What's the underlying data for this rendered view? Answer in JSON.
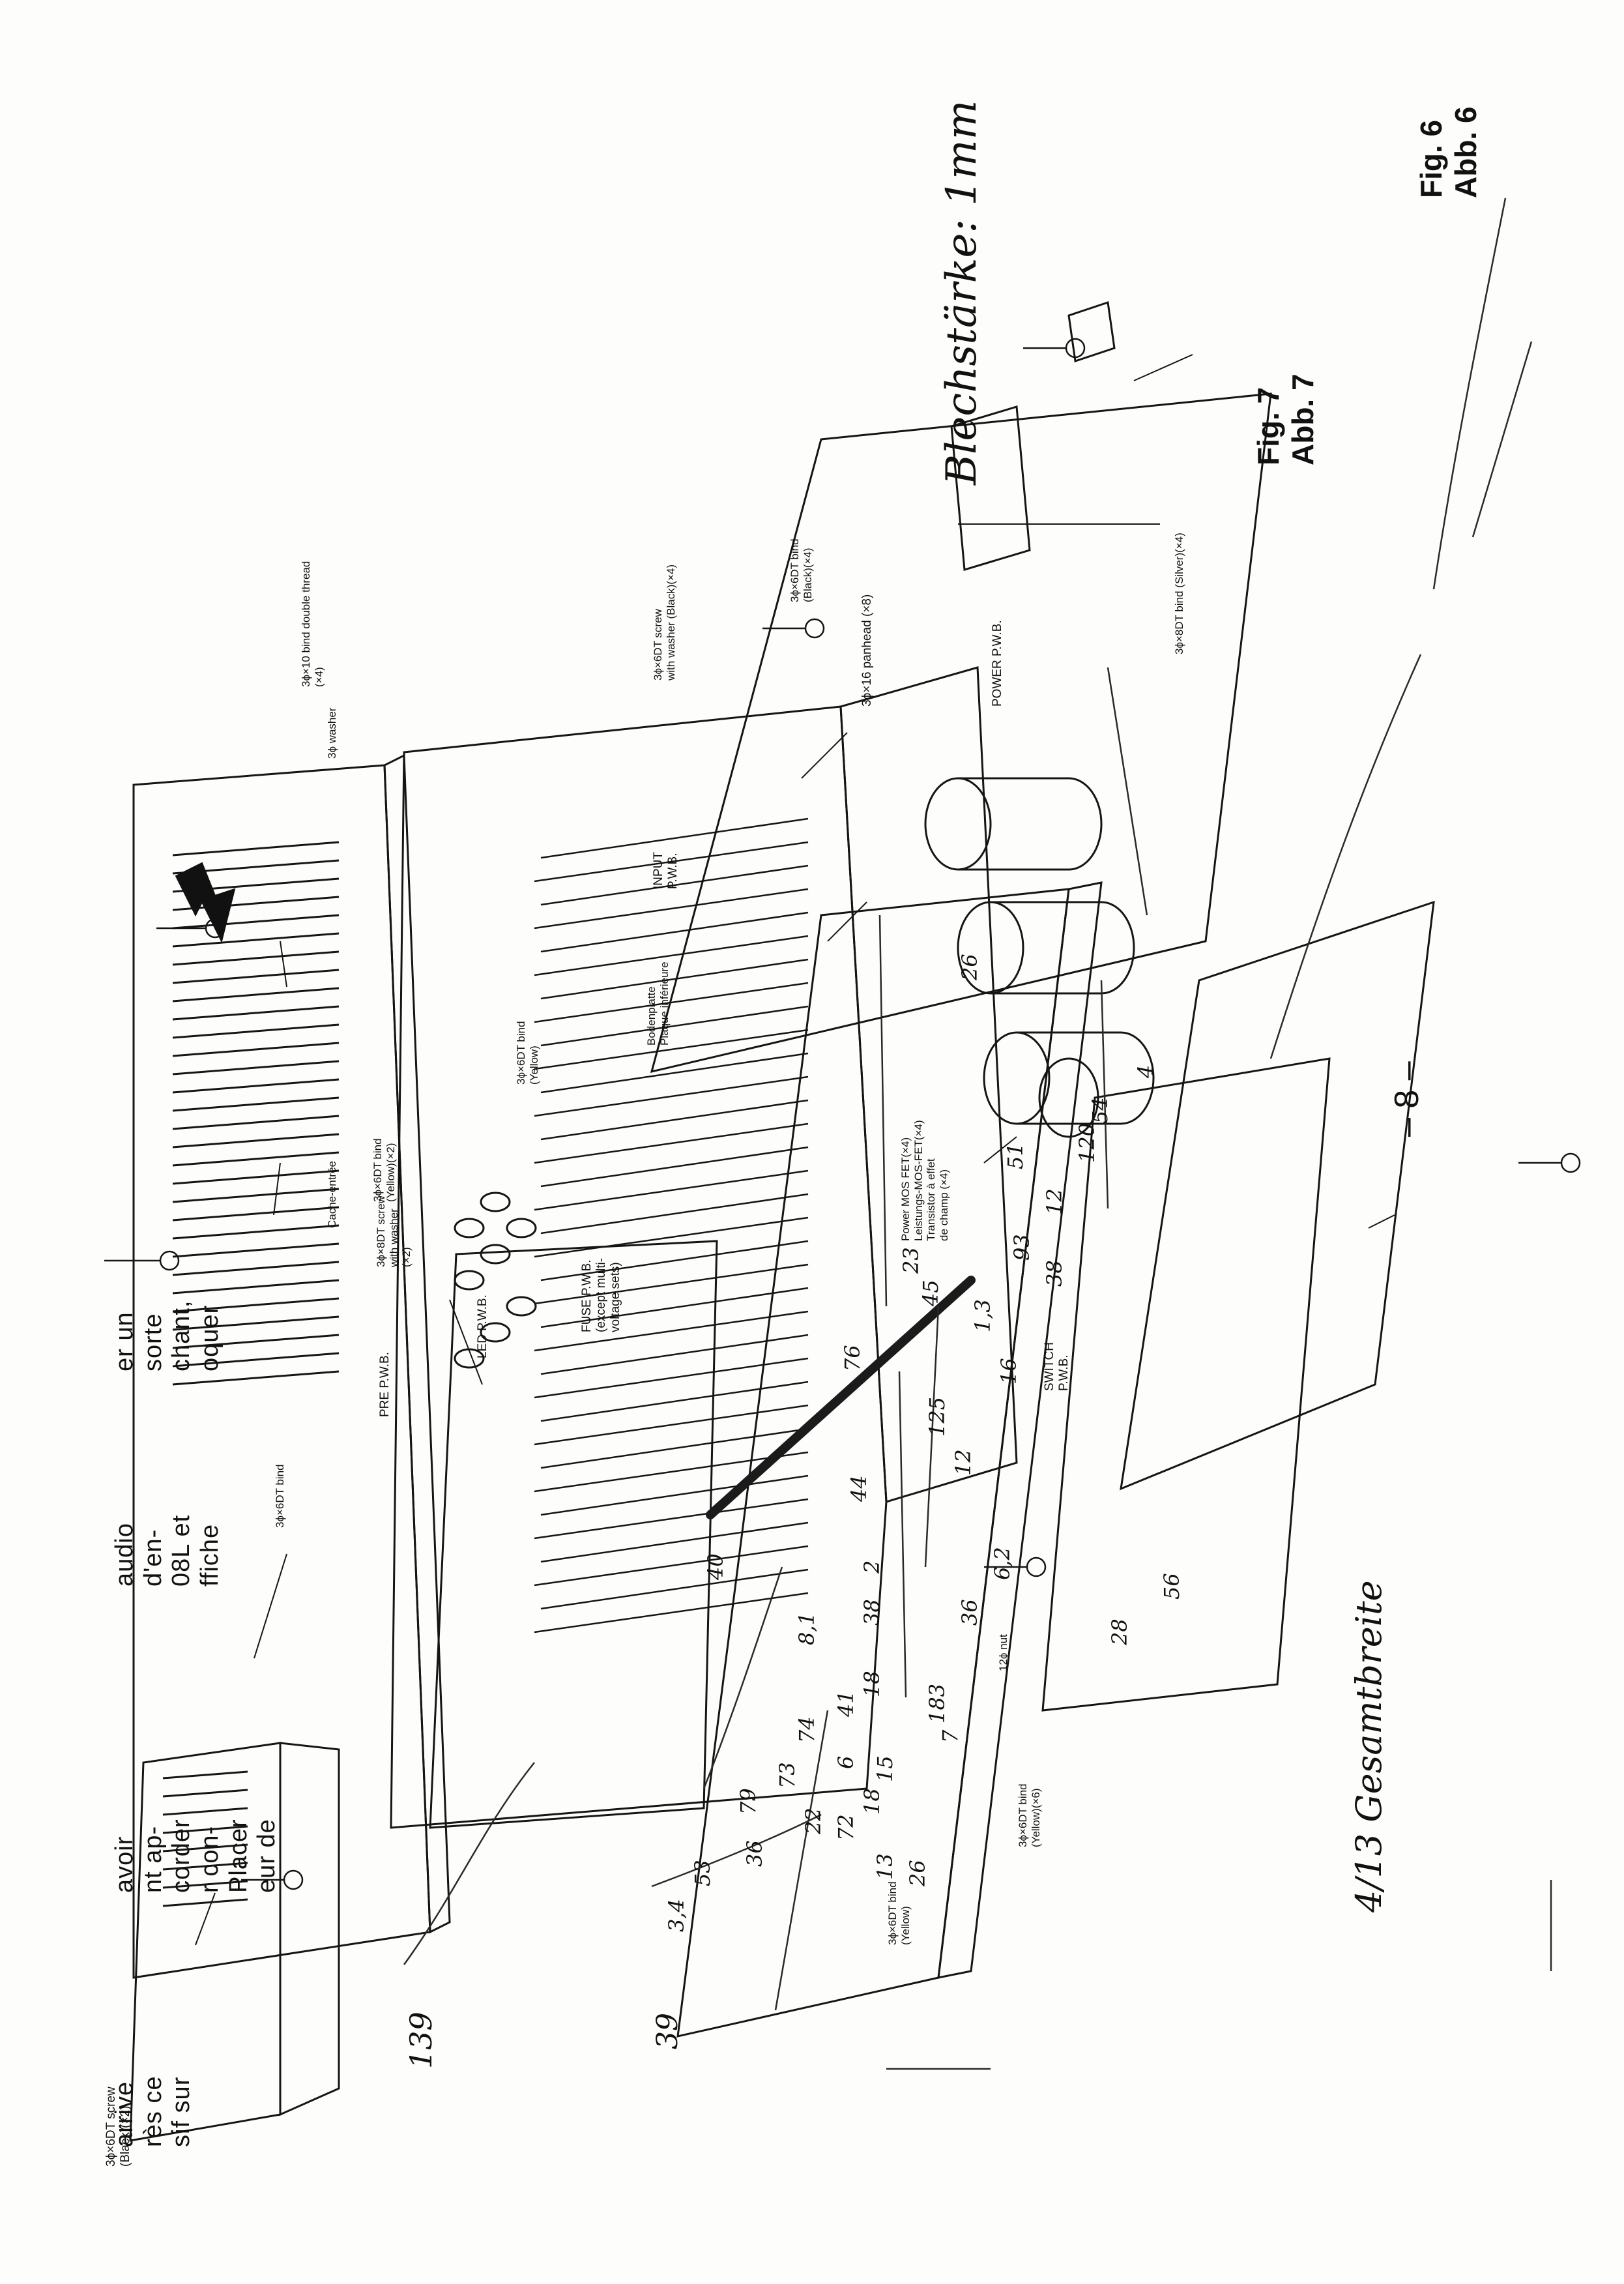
{
  "figures": {
    "fig6": [
      "Fig. 6",
      "Abb. 6"
    ],
    "fig7": [
      "Fig. 7",
      "Abb. 7"
    ]
  },
  "page_number": "– 8 –",
  "handwriting": {
    "sheet_note": "Blechstärke: 1mm",
    "overall_note": "4/13 Gesamtbreite",
    "dim_139": "139",
    "dim_39": "39",
    "dims": [
      "3,4",
      "53",
      "36",
      "79",
      "73",
      "22",
      "74",
      "41",
      "183",
      "72",
      "18",
      "13",
      "26",
      "38",
      "15",
      "6",
      "36",
      "125",
      "76",
      "45",
      "93",
      "12",
      "51",
      "38",
      "120",
      "26",
      "12",
      "1,3",
      "44",
      "40",
      "8,1",
      "7",
      "6,2",
      "2",
      "18",
      "23",
      "54",
      "4",
      "28",
      "56",
      "16"
    ]
  },
  "labels": {
    "screw_black_x2": [
      "3ϕ×6DT screw",
      "(Black)(×2)"
    ],
    "cache_entree": "Cache-entrée",
    "screw_washer": [
      "3ϕ×8DT screw",
      "with washer",
      "(×2)"
    ],
    "bind_6dt": "3ϕ×6DT bind",
    "fuse_pwb": [
      "FUSE P.W.B.",
      "(except multi-",
      "voltage sets)"
    ],
    "led_pwb": "LED P.W.B.",
    "pre_pwb": "PRE P.W.B.",
    "bind_yellow": [
      "3ϕ×6DT bind",
      "(Yellow)"
    ],
    "bodenplatte": [
      "Bodenplatte",
      "Plaque inférieure"
    ],
    "bind_yellow_x2": [
      "3ϕ×6DT bind",
      "(Yellow)(×2)"
    ],
    "bind_10_double": [
      "3ϕ×10 bind double thread",
      "(×4)"
    ],
    "washer_3": "3ϕ washer",
    "bind_black_x4": [
      "3ϕ×6DT bind",
      "(Black)(×4)"
    ],
    "screw_washer_black_x4": [
      "3ϕ×6DT screw",
      "with washer (Black)(×4)"
    ],
    "input_pwb": [
      "INPUT",
      "P.W.B."
    ],
    "panhead": "3ϕ×16 panhead (×8)",
    "power_pwb": "POWER P.W.B.",
    "bind_silver_x4": "3ϕ×8DT bind (Silver)(×4)",
    "mosfet": [
      "Power MOS FET(×4)",
      "Leistungs-MOS-FET(×4)",
      "Transistor à effet",
      "de champ (×4)"
    ],
    "switch_pwb": [
      "SWITCH",
      "P.W.B."
    ],
    "nut_12": "12ϕ nut",
    "bind_yellow_x6": [
      "3ϕ×6DT bind",
      "(Yellow)(×6)"
    ],
    "bind_yellow_bottom": [
      "3ϕ×6DT bind",
      "(Yellow)"
    ]
  },
  "cut_text": {
    "p1": [
      "arrive",
      "rès ce",
      "sif sur"
    ],
    "p2": [
      "avoir",
      "nt ap-",
      "corder",
      "r con-",
      "Placer",
      "eur de"
    ],
    "p3": [
      "audio",
      "d'en-",
      "08L et",
      "ffiche"
    ],
    "p4": [
      "er un",
      "sorte",
      "chant,",
      "oquer"
    ]
  },
  "colors": {
    "ink": "#111111",
    "pencil": "#2a2a2a",
    "paper": "#fdfdfc"
  }
}
